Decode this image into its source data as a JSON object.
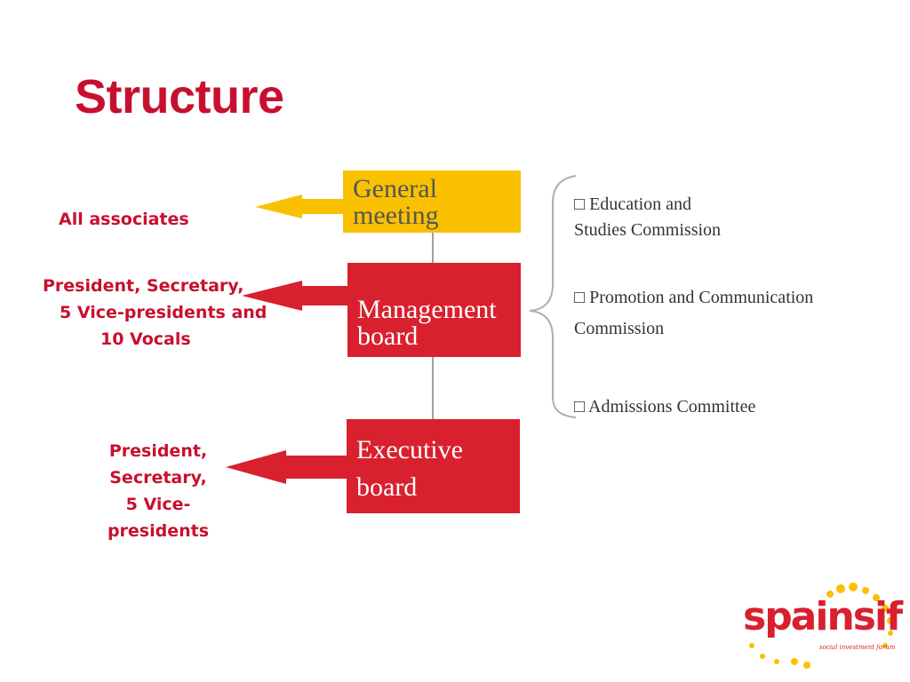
{
  "slide": {
    "title": "Structure"
  },
  "diagram": {
    "boxes": {
      "general": [
        "General",
        "meeting"
      ],
      "management": [
        "Management",
        "board"
      ],
      "executive": [
        "Executive",
        "board"
      ]
    },
    "members": {
      "general": [
        "All associates"
      ],
      "management": [
        "President, Secretary,",
        "5 Vice-presidents and",
        "10 Vocals"
      ],
      "executive": [
        "President,",
        "Secretary,",
        "5 Vice-presidents"
      ]
    },
    "commissions": [
      {
        "bullet": "□",
        "lines": [
          "Education and",
          "Studies Commission"
        ]
      },
      {
        "bullet": "□",
        "lines": [
          "Promotion and Communication",
          "Commission"
        ]
      },
      {
        "bullet": "□",
        "lines": [
          "Admissions Committee"
        ]
      }
    ],
    "colors": {
      "general": "#f9c100",
      "board": "#d9202e",
      "label": "#c8102e"
    }
  },
  "logo": {
    "name": "spainsif",
    "tagline": "social investment forum"
  }
}
